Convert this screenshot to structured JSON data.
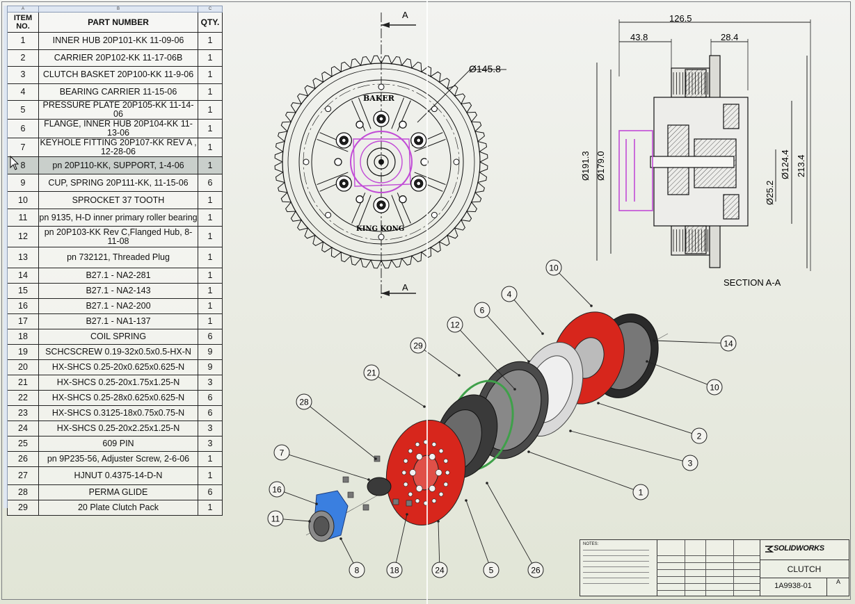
{
  "bom": {
    "col_letters": [
      "A",
      "B",
      "C"
    ],
    "headers": {
      "item": "ITEM NO.",
      "part": "PART NUMBER",
      "qty": "QTY."
    },
    "rows": [
      {
        "item": "1",
        "part": "INNER HUB 20P101-KK 11-09-06",
        "qty": "1"
      },
      {
        "item": "2",
        "part": "CARRIER 20P102-KK 11-17-06B",
        "qty": "1"
      },
      {
        "item": "3",
        "part": "CLUTCH BASKET 20P100-KK 11-9-06",
        "qty": "1"
      },
      {
        "item": "4",
        "part": "BEARING CARRIER 11-15-06",
        "qty": "1"
      },
      {
        "item": "5",
        "part": "PRESSURE PLATE 20P105-KK 11-14-06",
        "qty": "1"
      },
      {
        "item": "6",
        "part": "FLANGE, INNER HUB 20P104-KK 11-13-06",
        "qty": "1"
      },
      {
        "item": "7",
        "part": "KEYHOLE FITTING 20P107-KK REV A , 12-28-06",
        "qty": "1"
      },
      {
        "item": "8",
        "part": "pn 20P110-KK, SUPPORT, 1-4-06",
        "qty": "1"
      },
      {
        "item": "9",
        "part": "CUP, SPRING 20P111-KK, 11-15-06",
        "qty": "6"
      },
      {
        "item": "10",
        "part": "SPROCKET 37 TOOTH",
        "qty": "1"
      },
      {
        "item": "11",
        "part": "pn 9135, H-D inner primary roller bearing",
        "qty": "1"
      },
      {
        "item": "12",
        "part": "pn 20P103-KK Rev C,Flanged Hub, 8-11-08",
        "qty": "1"
      },
      {
        "item": "13",
        "part": "pn 732121, Threaded Plug",
        "qty": "1"
      },
      {
        "item": "14",
        "part": "B27.1 - NA2-281",
        "qty": "1"
      },
      {
        "item": "15",
        "part": "B27.1 - NA2-143",
        "qty": "1"
      },
      {
        "item": "16",
        "part": "B27.1 - NA2-200",
        "qty": "1"
      },
      {
        "item": "17",
        "part": "B27.1 - NA1-137",
        "qty": "1"
      },
      {
        "item": "18",
        "part": "COIL SPRING",
        "qty": "6"
      },
      {
        "item": "19",
        "part": "SCHCSCREW 0.19-32x0.5x0.5-HX-N",
        "qty": "9"
      },
      {
        "item": "20",
        "part": "HX-SHCS 0.25-20x0.625x0.625-N",
        "qty": "9"
      },
      {
        "item": "21",
        "part": "HX-SHCS 0.25-20x1.75x1.25-N",
        "qty": "3"
      },
      {
        "item": "22",
        "part": "HX-SHCS 0.25-28x0.625x0.625-N",
        "qty": "6"
      },
      {
        "item": "23",
        "part": "HX-SHCS 0.3125-18x0.75x0.75-N",
        "qty": "6"
      },
      {
        "item": "24",
        "part": "HX-SHCS 0.25-20x2.25x1.25-N",
        "qty": "3"
      },
      {
        "item": "25",
        "part": "609 PIN",
        "qty": "3"
      },
      {
        "item": "26",
        "part": "pn 9P235-56, Adjuster Screw, 2-6-06",
        "qty": "1"
      },
      {
        "item": "27",
        "part": "HJNUT 0.4375-14-D-N",
        "qty": "1"
      },
      {
        "item": "28",
        "part": "PERMA GLIDE",
        "qty": "6"
      },
      {
        "item": "29",
        "part": "20 Plate Clutch Pack",
        "qty": "1"
      }
    ],
    "selected_item": "8"
  },
  "front_view": {
    "section_label": "A",
    "diameter": "Ø145.8",
    "engraving_top": "BAKER",
    "engraving_bottom": "KING KONG"
  },
  "section_view": {
    "title": "SECTION A-A",
    "dims": {
      "overall_width": "126.5",
      "left_width": "43.8",
      "right_width": "28.4",
      "dia_outer": "Ø191.3",
      "dia_inner": "Ø179.0",
      "dia_hub": "Ø124.4",
      "height": "213.4",
      "dia_bore": "Ø25.2"
    }
  },
  "balloons": [
    "10",
    "4",
    "6",
    "12",
    "29",
    "21",
    "28",
    "7",
    "16",
    "11",
    "8",
    "18",
    "24",
    "5",
    "26",
    "1",
    "3",
    "2",
    "10",
    "14"
  ],
  "title_block": {
    "notes_header": "NOTES:",
    "logo": "SOLIDWORKS",
    "title": "CLUTCH",
    "dwg_no": "1A9938-01",
    "rev": "A"
  },
  "colors": {
    "red_part": "#d7261c",
    "blue_part": "#3a7fe0",
    "highlight": "#c14bd6",
    "line": "#1a1a1a"
  }
}
